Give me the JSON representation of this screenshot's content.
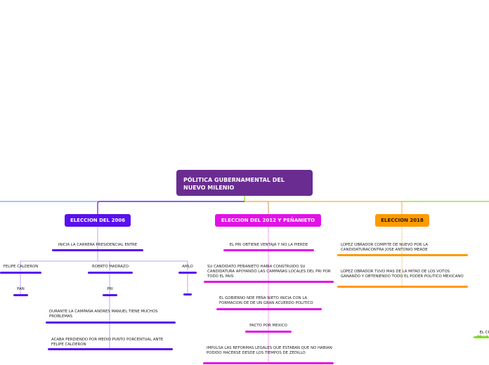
{
  "map": {
    "title": "PÓLITICA GUBERNAMENTAL DEL NUEVO MILENIO",
    "colors": {
      "root": "#6a2c91",
      "e2006": "#5a0ff0",
      "e2012": "#e311e8",
      "e2018": "#ff9900",
      "green": "#7ee019",
      "blue": "#6aa3ff"
    },
    "e2006": {
      "label": "ELECCION DEL 2006",
      "inicia": "INICIA LA CARRERA PRESIDENCIAL ENTRE",
      "felipe": "FELIPE CALDERON",
      "pan": "PAN",
      "roberto": "ROBRTO MADRAZO",
      "pri": "PRI",
      "amlo": "AMLO",
      "durante": "DURANTE LA CAMPAÑA ANDRES MANUEL TIENE MUCHOS PROBLEMAS",
      "acaba": "ACABA PERDIENDO POR MEDIO PUNTO PORCENTUAL ANTE FELIPE CALDERON"
    },
    "e2012": {
      "label": "ELECCION DEL 2012 Y PEÑANIETO",
      "pri_ventaja": "EL PRI OBTIENE VENTAJA Y NO LA PIERDE",
      "candidato": "SU CANDIDATO PEÑANIETO HABIA CONSTRUIDO SU CANDIDATURA APOYANDO LAS CAMPAÑAS LOCALES DEL PRI POR TODO EL PAIS",
      "gobierno": "EL GOBIERNO NDE PEÑA NIETO INICIA CON LA FORMACION DE DE UN GRAN ACUERDO POLITICO",
      "pacto": "PACTO POR MEXICO",
      "impulsa": "IMPULSA LAS REFORMAS LEGALES QUE ESTABAN QUE NO HABIAN PODIDO HACERSE DESDE LOS TIEMPOS DE ZEDILLO"
    },
    "e2018": {
      "label": "ELECCION 2018",
      "compite": "LOPEZ OBRADOR COMPITE DE NUEVO POR LA CANDIDATURACONTRA JOSE ANTONIO MEADE",
      "tuvo": "LOPEZ OBRADOR TUVO MAS DE LA MITAD DE LOS VOTOS GANANDO Y OBTENIENDO TODO EL PODER POLITICO MEXICANO"
    },
    "edge_right": "EL CR\nEN LA"
  }
}
